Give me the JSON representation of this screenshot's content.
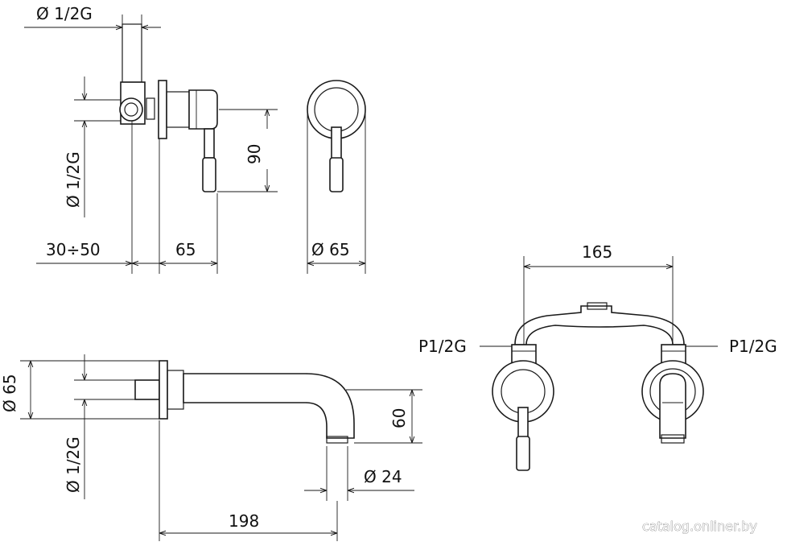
{
  "dims": {
    "d_half_g": "Ø 1/2G",
    "range_30_50": "30÷50",
    "l65": "65",
    "h90": "90",
    "d65": "Ø 65",
    "l165": "165",
    "p_left": "P1/2G",
    "p_right": "P1/2G",
    "h60": "60",
    "d24": "Ø 24",
    "l198": "198"
  },
  "watermark": "catalog.onliner.by"
}
